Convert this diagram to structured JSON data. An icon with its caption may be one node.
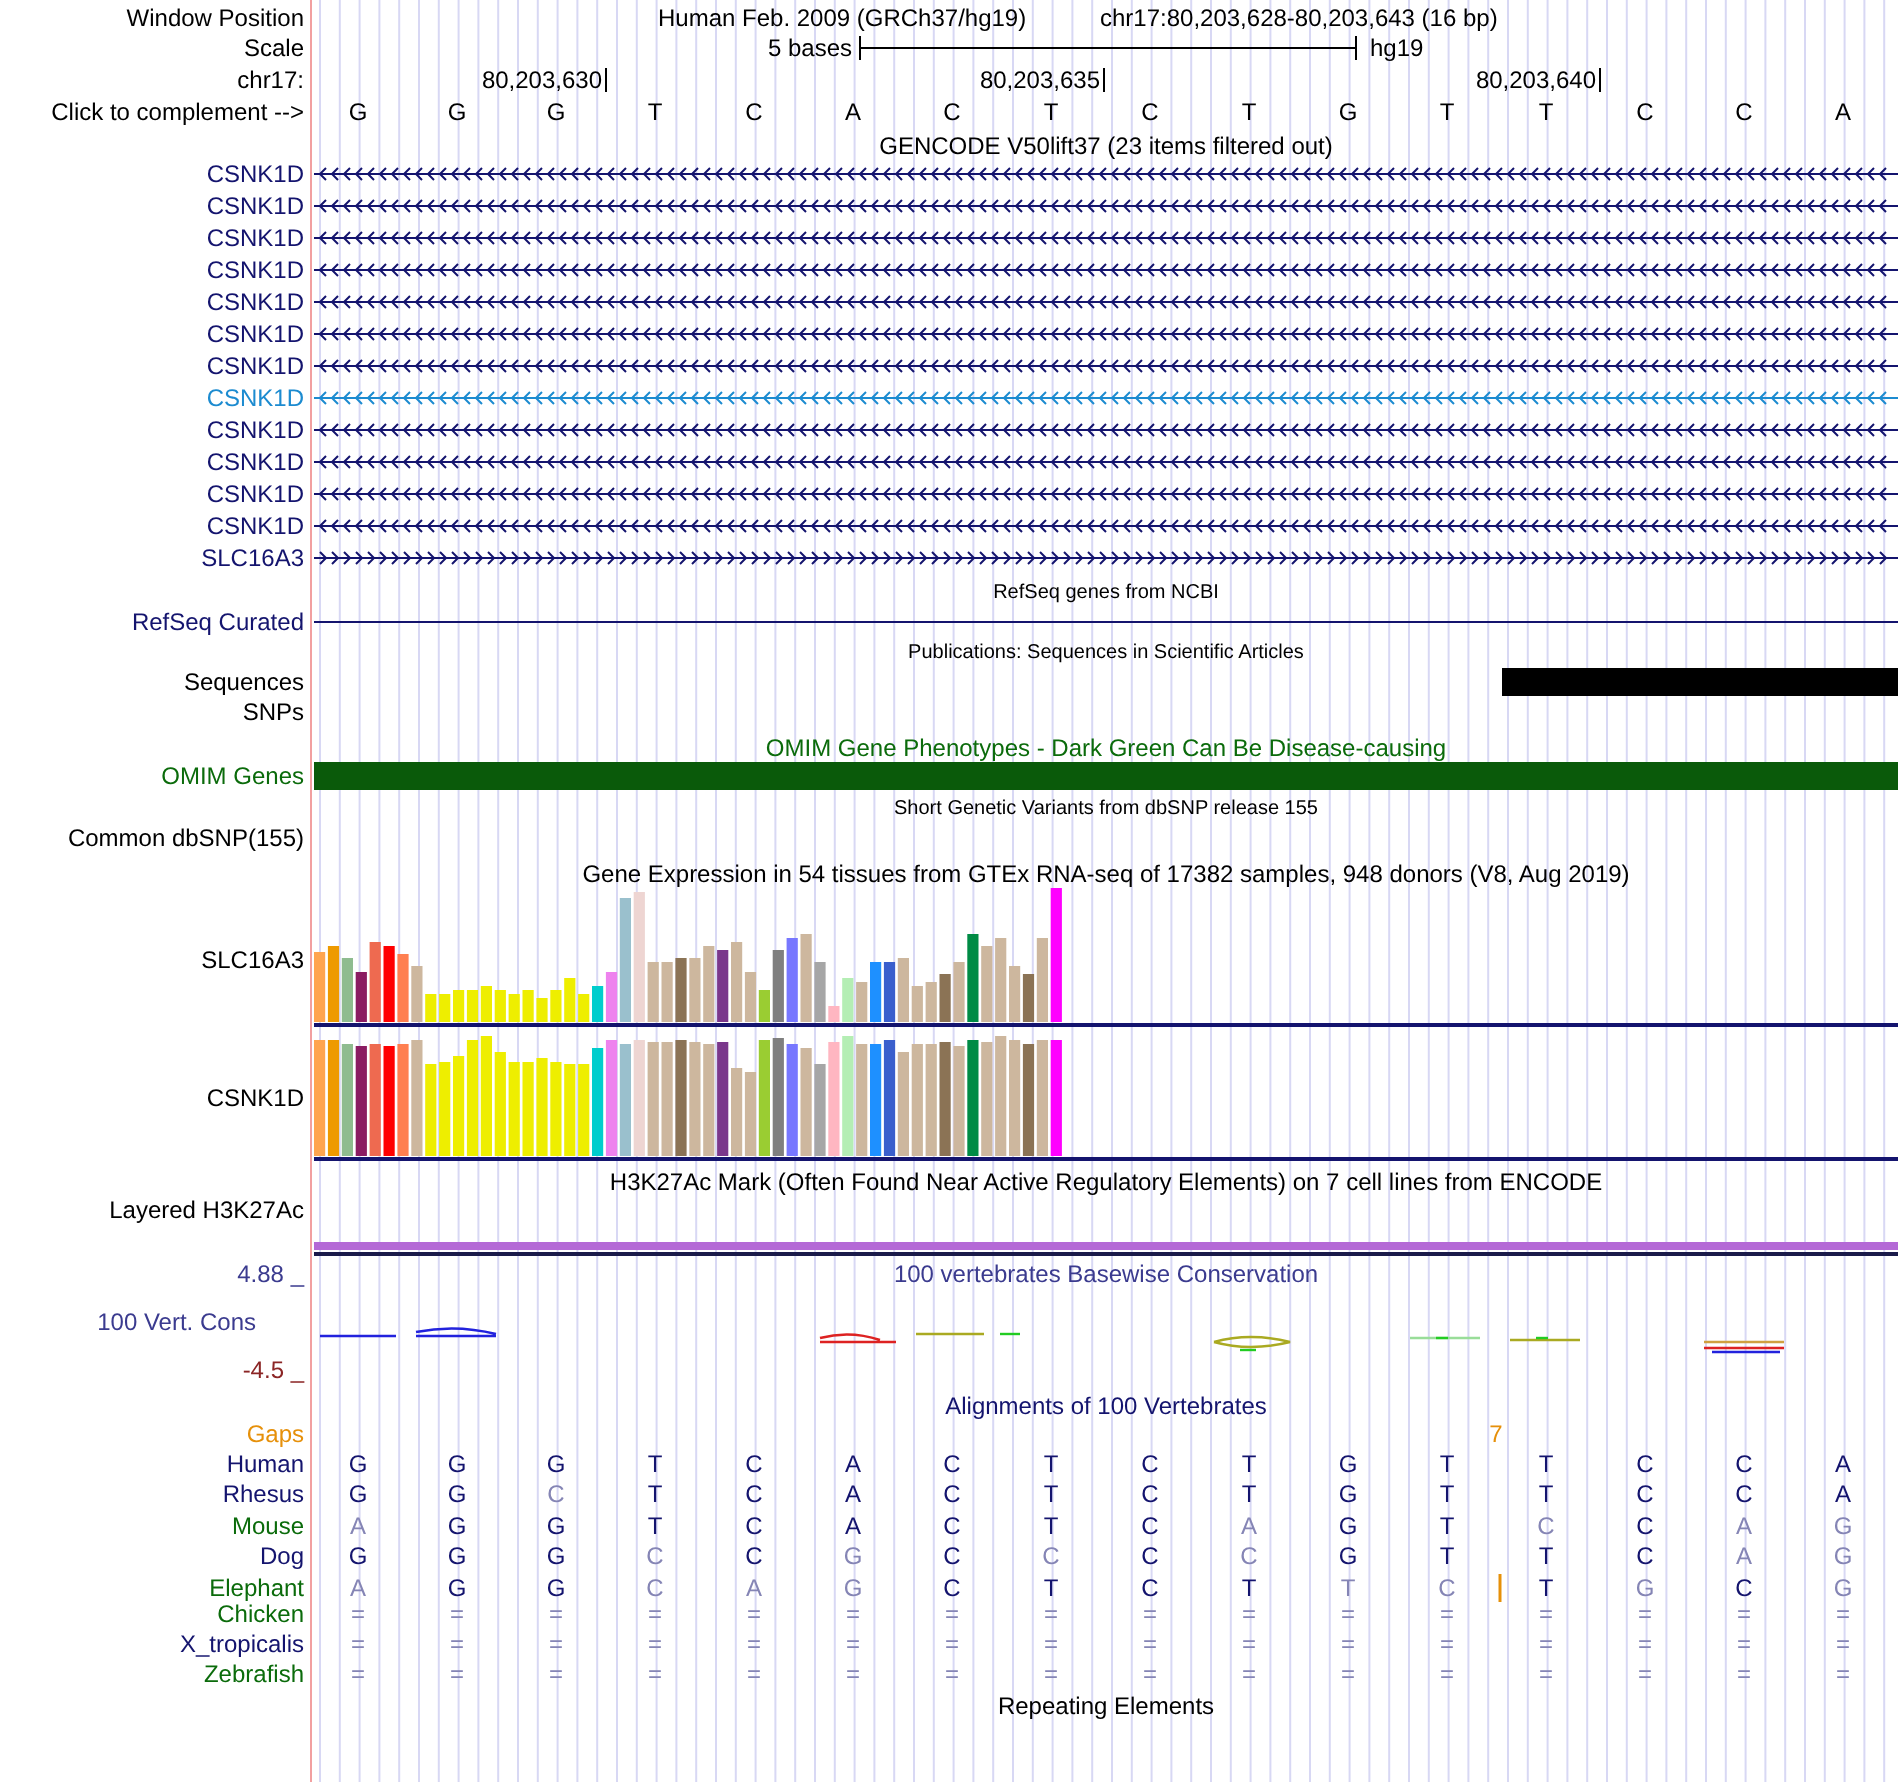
{
  "diagram": {
    "nodes": [
      {
        "text": [],
        "shape": "bar"
      },
      {
        "text": [],
        "shape": "bar"
      }
    ],
    "labels": [
      "Window Position",
      "Human Feb. 2009 (GRCh37/hg19)",
      "chr17:80,203,628-80,203,643 (16 bp)",
      "Scale",
      "5 bases",
      "hg19",
      "chr17:",
      "80,203,630",
      "80,203,635",
      "80,203,640",
      "Click to complement -->",
      "G",
      "G",
      "G",
      "T",
      "C",
      "A",
      "C",
      "T",
      "C",
      "T",
      "G",
      "T",
      "T",
      "C",
      "C",
      "A",
      "GENCODE V50lift37 (23 items filtered out)",
      "CSNK1D",
      "CSNK1D",
      "CSNK1D",
      "CSNK1D",
      "CSNK1D",
      "CSNK1D",
      "CSNK1D",
      "CSNK1D",
      "CSNK1D",
      "CSNK1D",
      "CSNK1D",
      "CSNK1D",
      "SLC16A3",
      "RefSeq genes from NCBI",
      "RefSeq Curated",
      "Publications: Sequences in Scientific Articles",
      "Sequences",
      "SNPs",
      "OMIM Gene Phenotypes - Dark Green Can Be Disease-causing",
      "OMIM Genes",
      "Short Genetic Variants from dbSNP release 155",
      "Common dbSNP(155)",
      "Gene Expression in 54 tissues from GTEx RNA-seq of 17382 samples, 948 donors (V8, Aug 2019)",
      "SLC16A3",
      "CSNK1D",
      "H3K27Ac Mark (Often Found Near Active Regulatory Elements) on 7 cell lines from ENCODE",
      "Layered H3K27Ac",
      "4.88 _",
      "100 vertebrates Basewise Conservation",
      "100 Vert. Cons",
      "-4.5 _",
      "Alignments of 100 Vertebrates",
      "Gaps",
      "7",
      "Human",
      "G",
      "G",
      "G",
      "T",
      "C",
      "A",
      "C",
      "T",
      "C",
      "T",
      "G",
      "T",
      "T",
      "C",
      "C",
      "A",
      "Rhesus",
      "G",
      "G",
      "C",
      "T",
      "C",
      "A",
      "C",
      "T",
      "C",
      "T",
      "G",
      "T",
      "T",
      "C",
      "C",
      "A",
      "Mouse",
      "A",
      "G",
      "G",
      "T",
      "C",
      "A",
      "C",
      "T",
      "C",
      "A",
      "G",
      "T",
      "C",
      "C",
      "A",
      "G",
      "Dog",
      "G",
      "G",
      "G",
      "C",
      "C",
      "G",
      "C",
      "C",
      "C",
      "C",
      "G",
      "T",
      "T",
      "C",
      "A",
      "G",
      "Elephant",
      "A",
      "G",
      "G",
      "C",
      "A",
      "G",
      "C",
      "T",
      "C",
      "T",
      "T",
      "C",
      "T",
      "G",
      "C",
      "G",
      "Chicken",
      "=",
      "=",
      "=",
      "=",
      "=",
      "=",
      "=",
      "=",
      "=",
      "=",
      "=",
      "=",
      "=",
      "=",
      "=",
      "=",
      "X_tropicalis",
      "=",
      "=",
      "=",
      "=",
      "=",
      "=",
      "=",
      "=",
      "=",
      "=",
      "=",
      "=",
      "=",
      "=",
      "=",
      "=",
      "Zebrafish",
      "=",
      "=",
      "=",
      "=",
      "=",
      "=",
      "=",
      "=",
      "=",
      "=",
      "=",
      "=",
      "=",
      "=",
      "=",
      "=",
      "Repeating Elements"
    ]
  }
}
